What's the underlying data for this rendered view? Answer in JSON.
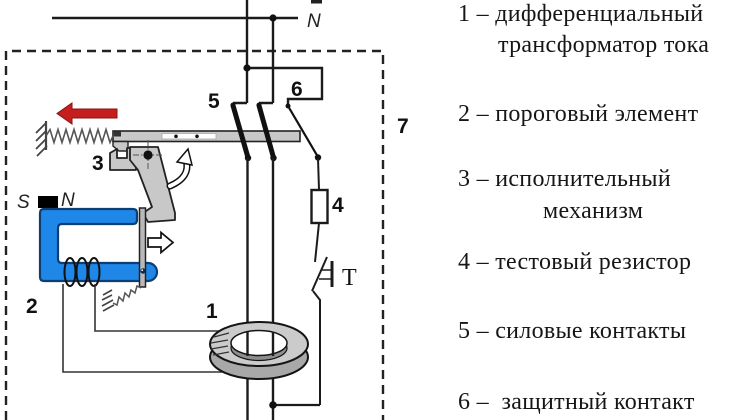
{
  "diagram": {
    "top_line_label": "N",
    "labels": {
      "n1": "1",
      "n2": "2",
      "n3": "3",
      "n4": "4",
      "n5": "5",
      "n6": "6",
      "n7": "7"
    },
    "magnet": {
      "s": "S",
      "n": "N"
    },
    "test_label": "T"
  },
  "legend": {
    "items": [
      {
        "lines": [
          "1 – дифференциальный",
          "трансформатор тока"
        ]
      },
      {
        "lines": [
          "2 – пороговый элемент"
        ]
      },
      {
        "lines": [
          "3 – исполнительный",
          "механизм"
        ]
      },
      {
        "lines": [
          "4 – тестовый резистор"
        ]
      },
      {
        "lines": [
          "5 – силовые контакты"
        ]
      },
      {
        "lines": [
          "6 –  защитный контакт"
        ]
      }
    ]
  },
  "colors": {
    "core_blue": "#1e87e8",
    "arrow_red": "#c41e1e",
    "metal_gray": "#c8c8c8",
    "outline": "#1a1a1a"
  }
}
